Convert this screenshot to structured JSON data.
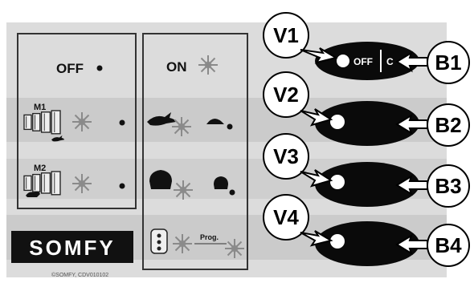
{
  "panel": {
    "off_label": "OFF",
    "on_label": "ON",
    "m1_label": "M1",
    "m2_label": "M2",
    "prog_label": "Prog.",
    "brand": "SOMFY",
    "copyright": "©SOMFY, CDV010102"
  },
  "button1": {
    "off": "OFF",
    "c": "C"
  },
  "callouts": {
    "v1": "V1",
    "v2": "V2",
    "v3": "V3",
    "v4": "V4",
    "b1": "B1",
    "b2": "B2",
    "b3": "B3",
    "b4": "B4"
  },
  "colors": {
    "panel": "#dcdcdc",
    "band": "#c9c9c9",
    "button": "#0a0a0a",
    "led": "#ffffff"
  },
  "icons": [
    "led-dot-icon",
    "sun-burst-icon",
    "motor-icon",
    "hare-icon",
    "tortoise-icon",
    "dome-big-icon",
    "dome-small-icon",
    "remote-icon"
  ]
}
